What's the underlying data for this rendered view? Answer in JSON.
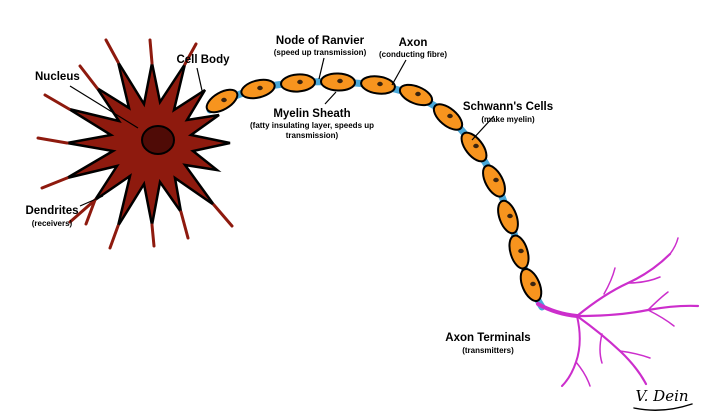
{
  "diagram": {
    "subject": "neuron-anatomy-diagram",
    "labels": {
      "nucleus": {
        "text": "Nucleus"
      },
      "cell_body": {
        "text": "Cell Body"
      },
      "node_of_ranvier": {
        "text": "Node of Ranvier",
        "sub": "(speed up transmission)"
      },
      "axon": {
        "text": "Axon",
        "sub": "(conducting fibre)"
      },
      "myelin_sheath": {
        "text": "Myelin Sheath",
        "sub_lines": [
          "(fatty insulating layer, speeds up",
          "transmission)"
        ]
      },
      "schwanns_cells": {
        "text": "Schwann's Cells",
        "sub": "(make myelin)"
      },
      "dendrites": {
        "text": "Dendrites",
        "sub": "(receivers)"
      },
      "axon_terminals": {
        "text": "Axon Terminals",
        "sub": "(transmitters)"
      },
      "signature": "V. Dein"
    },
    "colors": {
      "background": "#ffffff",
      "cell_body": "#8e1a0e",
      "nucleus": "#4f0b06",
      "outline": "#000000",
      "myelin": "#f7941e",
      "axon_fibre": "#4aa8d8",
      "schwann_nucleus": "#3a2410",
      "axon_terminals": "#cc2ecc",
      "label_text": "#000000"
    }
  }
}
